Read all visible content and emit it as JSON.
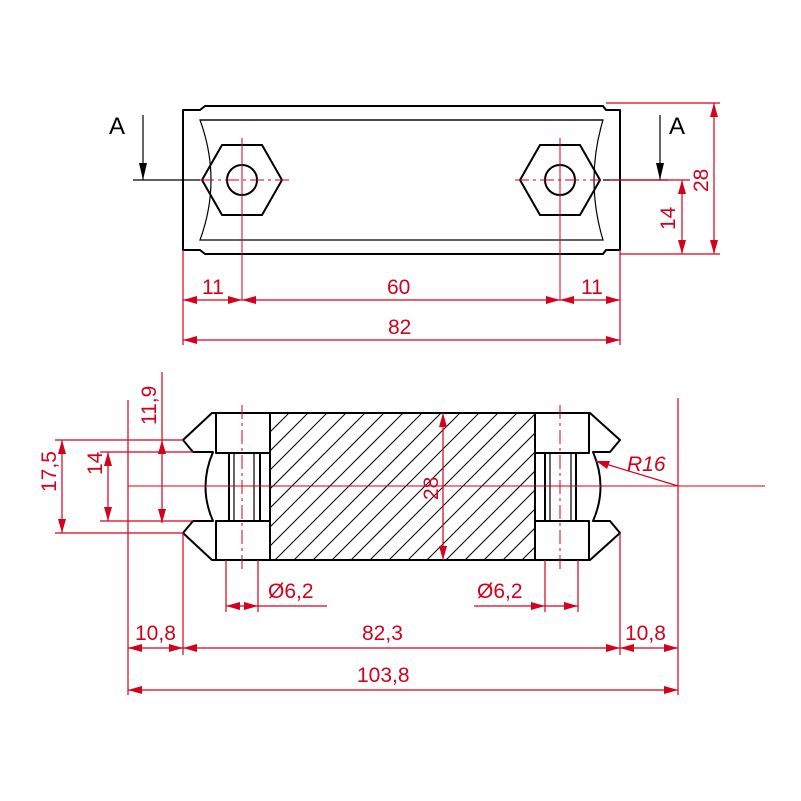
{
  "top_view": {
    "section_label_left": "A",
    "section_label_right": "A",
    "dims": {
      "left_offset": "11",
      "hole_spacing": "60",
      "right_offset": "11",
      "overall_length": "82",
      "half_height": "14",
      "overall_height": "28"
    }
  },
  "section_view": {
    "dims": {
      "outer_height": "17,5",
      "inner_height": "14",
      "groove_depth": "11,9",
      "core_height": "28",
      "radius": "R16",
      "hole_dia_left": "Ø6,2",
      "hole_dia_right": "Ø6,2",
      "left_extension": "10,8",
      "body_length": "82,3",
      "right_extension": "10,8",
      "overall_length": "103,8"
    }
  },
  "colors": {
    "dimension": "#d5001c",
    "outline": "#000000"
  }
}
